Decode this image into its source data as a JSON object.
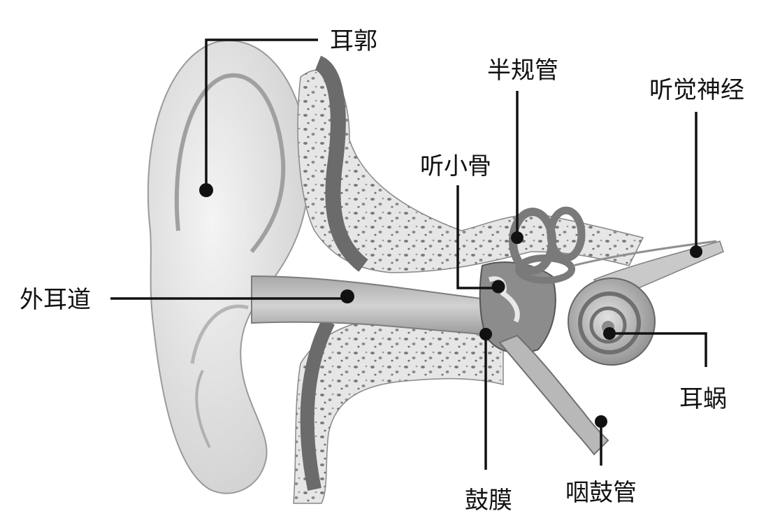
{
  "labels": {
    "pinna": "耳郭",
    "semicircular_canals": "半规管",
    "auditory_nerve": "听觉神经",
    "ossicles": "听小骨",
    "ear_canal": "外耳道",
    "cochlea": "耳蜗",
    "eardrum": "鼓膜",
    "eustachian_tube": "咽鼓管"
  },
  "colors": {
    "line": "#111111",
    "background": "#ffffff"
  }
}
